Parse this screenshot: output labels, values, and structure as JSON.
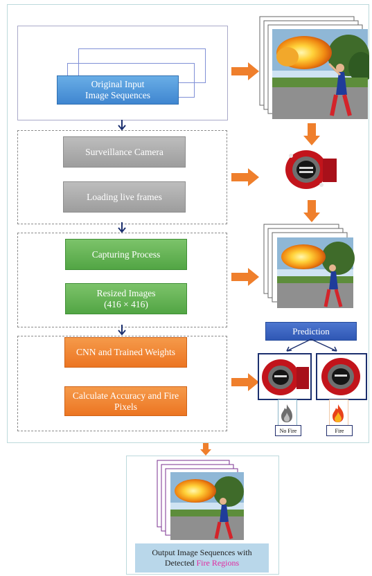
{
  "stages": {
    "input": {
      "label": "Original Input\nImage Sequences"
    },
    "camera": {
      "surveillance_label": "Surveillance Camera",
      "loading_label": "Loading live frames"
    },
    "capture": {
      "capturing_label": "Capturing Process",
      "resized_label": "Resized Images\n(416 × 416)"
    },
    "cnn": {
      "cnn_label": "CNN and Trained Weights",
      "accuracy_label": "Calculate Accuracy and Fire\nPixels"
    }
  },
  "prediction": {
    "title": "Prediction",
    "no_fire_label": "No Fire",
    "fire_label": "Fire"
  },
  "output": {
    "line1": "Output Image Sequences with",
    "line2_prefix": "Detected ",
    "line2_highlight": "Fire Regions"
  },
  "colors": {
    "arrow_orange": "#ef7f2c",
    "arrow_navy": "#1b2f6e",
    "highlight_pink": "#e0299f"
  }
}
